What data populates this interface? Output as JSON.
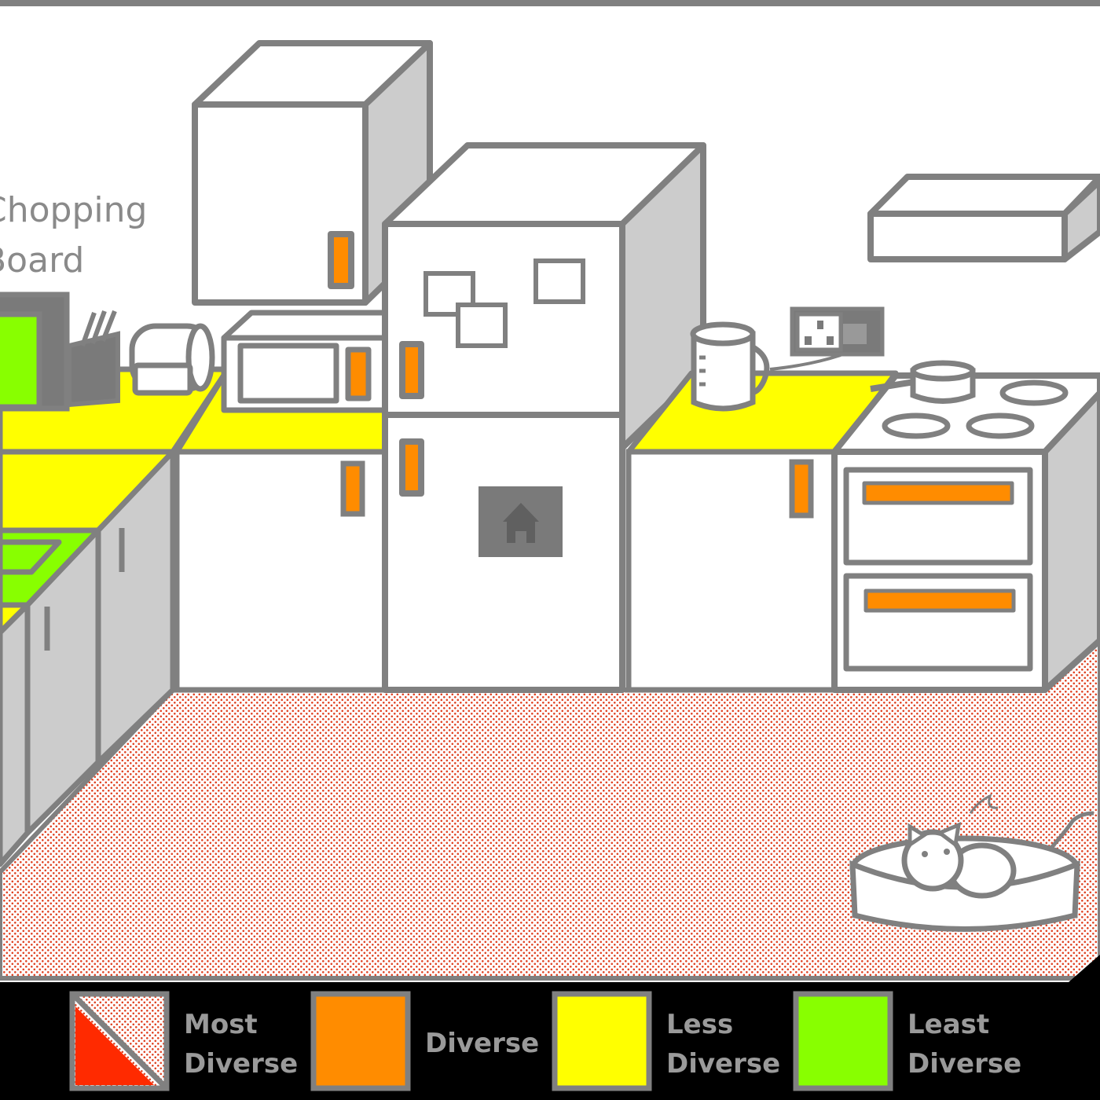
{
  "labels": {
    "chopping_board_line1": "Chopping",
    "chopping_board_line2": "Board"
  },
  "legend": {
    "items": [
      {
        "line1": "Most",
        "line2": "Diverse",
        "color": "#ff2a00"
      },
      {
        "line1": "Diverse",
        "line2": "",
        "color": "#ff8c00"
      },
      {
        "line1": "Less",
        "line2": "Diverse",
        "color": "#ffff00"
      },
      {
        "line1": "Least",
        "line2": "Diverse",
        "color": "#88ff00"
      }
    ]
  },
  "colors": {
    "outline": "#808080",
    "cabinet_side": "#cccccc",
    "appliance_dark": "#7a7a7a",
    "floor_dot": "#e04020",
    "legend_bg": "#000000",
    "most_diverse": "#ff2a00",
    "diverse": "#ff8c00",
    "less_diverse": "#ffff00",
    "least_diverse": "#88ff00"
  },
  "icons": [
    "home-icon",
    "cat-icon",
    "knife-block-icon",
    "kettle-icon",
    "power-socket-icon",
    "pan-icon",
    "paper-towel-icon",
    "microwave-icon"
  ]
}
